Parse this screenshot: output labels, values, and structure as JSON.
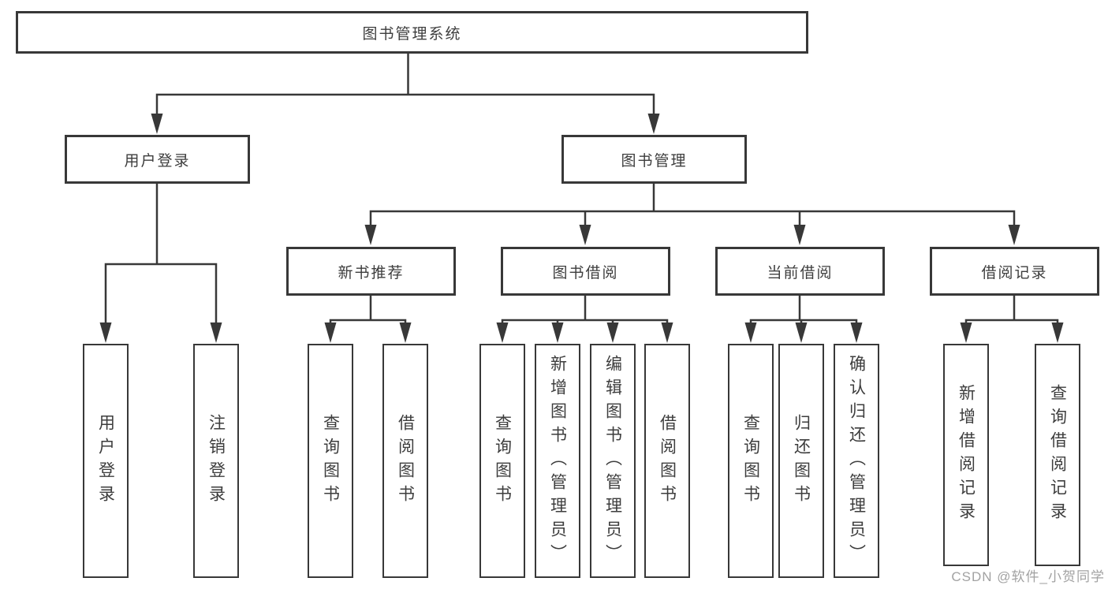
{
  "colors": {
    "line": "#383838",
    "text": "#3d3d3d",
    "box_bg": "#ffffff",
    "watermark": "#a2a2a2"
  },
  "tree": {
    "label": "图书管理系统",
    "children": [
      {
        "label": "用户登录",
        "children": [
          {
            "label": "用户登录"
          },
          {
            "label": "注销登录"
          }
        ]
      },
      {
        "label": "图书管理",
        "children": [
          {
            "label": "新书推荐",
            "children": [
              {
                "label": "查询图书"
              },
              {
                "label": "借阅图书"
              }
            ]
          },
          {
            "label": "图书借阅",
            "children": [
              {
                "label": "查询图书"
              },
              {
                "label": "新增图书（管理员）"
              },
              {
                "label": "编辑图书（管理员）"
              },
              {
                "label": "借阅图书"
              }
            ]
          },
          {
            "label": "当前借阅",
            "children": [
              {
                "label": "查询图书"
              },
              {
                "label": "归还图书"
              },
              {
                "label": "确认归还（管理员）"
              }
            ]
          },
          {
            "label": "借阅记录",
            "children": [
              {
                "label": "新增借阅记录"
              },
              {
                "label": "查询借阅记录"
              }
            ]
          }
        ]
      }
    ]
  },
  "watermark": "CSDN @软件_小贺同学"
}
